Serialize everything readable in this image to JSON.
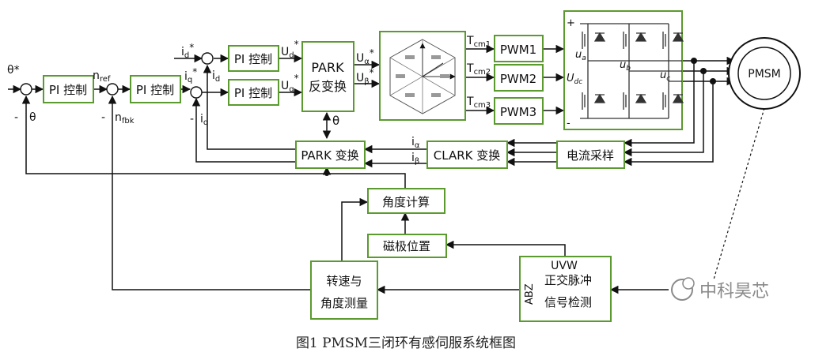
{
  "blocks": {
    "pi1": "PI 控制",
    "pi2": "PI 控制",
    "pi_d": "PI 控制",
    "pi_q": "PI 控制",
    "park_inv_1": "PARK",
    "park_inv_2": "反变换",
    "pwm1": "PWM1",
    "pwm2": "PWM2",
    "pwm3": "PWM3",
    "park": "PARK 变换",
    "clark": "CLARK 变换",
    "current_sample": "电流采样",
    "angle_calc": "角度计算",
    "pole_position": "磁极位置",
    "speed_angle_1": "转速与",
    "speed_angle_2": "角度测量",
    "signal_detect_top": "UVW",
    "signal_detect_1": "正交脉冲",
    "signal_detect_2": "信号检测",
    "signal_detect_side": "ABZ",
    "motor": "PMSM"
  },
  "signals": {
    "theta_ref": "θ*",
    "theta_fb": "θ",
    "minus": "-",
    "n_ref": "n",
    "n_ref_sub": "ref",
    "n_fbk": "n",
    "n_fbk_sub": "fbk",
    "id_ref": "i",
    "id_ref_sub": "d",
    "id_ref_sup": "*",
    "iq_ref": "i",
    "iq_ref_sub": "q",
    "iq_ref_sup": "*",
    "id": "i",
    "id_sub": "d",
    "iq": "i",
    "iq_sub": "q",
    "ud_ref": "U",
    "ud_ref_sub": "d",
    "ud_ref_sup": "*",
    "uq_ref": "U",
    "uq_ref_sub": "q",
    "uq_ref_sup": "*",
    "ualpha": "U",
    "ualpha_sub": "α",
    "ualpha_sup": "*",
    "ubeta": "U",
    "ubeta_sub": "β",
    "ubeta_sup": "*",
    "theta_park": "θ",
    "tcm1": "T",
    "tcm1_sub": "cm1",
    "tcm2": "T",
    "tcm2_sub": "cm2",
    "tcm3": "T",
    "tcm3_sub": "cm3",
    "ialpha": "i",
    "ialpha_sub": "α",
    "ibeta": "i",
    "ibeta_sub": "β",
    "ua": "u",
    "ua_sub": "a",
    "ub": "u",
    "ub_sub": "b",
    "uc": "u",
    "uc_sub": "c",
    "udc": "U",
    "udc_sub": "dc",
    "dc_plus": "+",
    "dc_minus": "-"
  },
  "caption": "图1 PMSM三闭环有感伺服系统框图",
  "watermark": "中科昊芯",
  "colors": {
    "block_border": "#5a9a2e",
    "line": "#111111",
    "watermark": "#8a8a8a"
  }
}
